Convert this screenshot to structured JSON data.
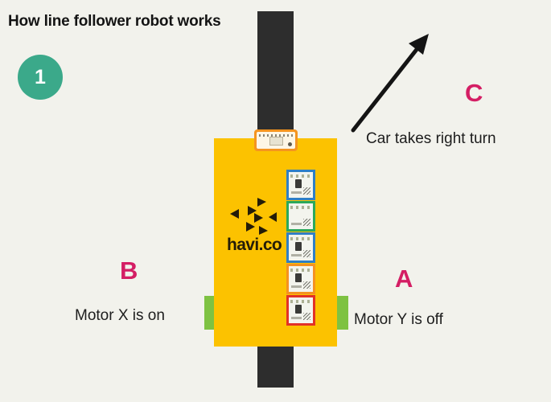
{
  "page": {
    "title": "How line follower robot works",
    "background_color": "#f2f2ec"
  },
  "step_badge": {
    "number": "1",
    "color": "#3ba98a",
    "text_color": "#ffffff"
  },
  "robot": {
    "body_color": "#fcc200",
    "logo_text": "havi.co",
    "logo_icon": "havi-burst-arrows-icon",
    "wheel_color": "#7ec242",
    "wheels": [
      {
        "name": "left-wheel",
        "state_label": "Motor X is on"
      },
      {
        "name": "right-wheel",
        "state_label": "Motor Y is off"
      }
    ],
    "controller_board": {
      "icon": "microcontroller-board-icon",
      "color": "#f4941f"
    },
    "sensor_modules": [
      {
        "index": 1,
        "border_color": "#2f7fc6",
        "icon": "ir-sensor-module-icon"
      },
      {
        "index": 2,
        "border_color": "#2aa85c",
        "icon": "ir-sensor-module-icon"
      },
      {
        "index": 3,
        "border_color": "#2f7fc6",
        "icon": "ir-sensor-module-icon"
      },
      {
        "index": 4,
        "border_color": "#f59220",
        "icon": "ir-sensor-module-icon"
      },
      {
        "index": 5,
        "border_color": "#e23127",
        "icon": "ir-sensor-module-icon"
      }
    ]
  },
  "track": {
    "color": "#2d2d2d",
    "icon": "black-line-track-icon"
  },
  "arrow": {
    "icon": "right-turn-arrow-icon",
    "color": "#141414",
    "direction": "up-right"
  },
  "labels": {
    "letter_color": "#d41e64",
    "a": {
      "letter": "A",
      "caption": "Motor Y is off"
    },
    "b": {
      "letter": "B",
      "caption": "Motor X is on"
    },
    "c": {
      "letter": "C",
      "caption": "Car takes right turn"
    }
  }
}
